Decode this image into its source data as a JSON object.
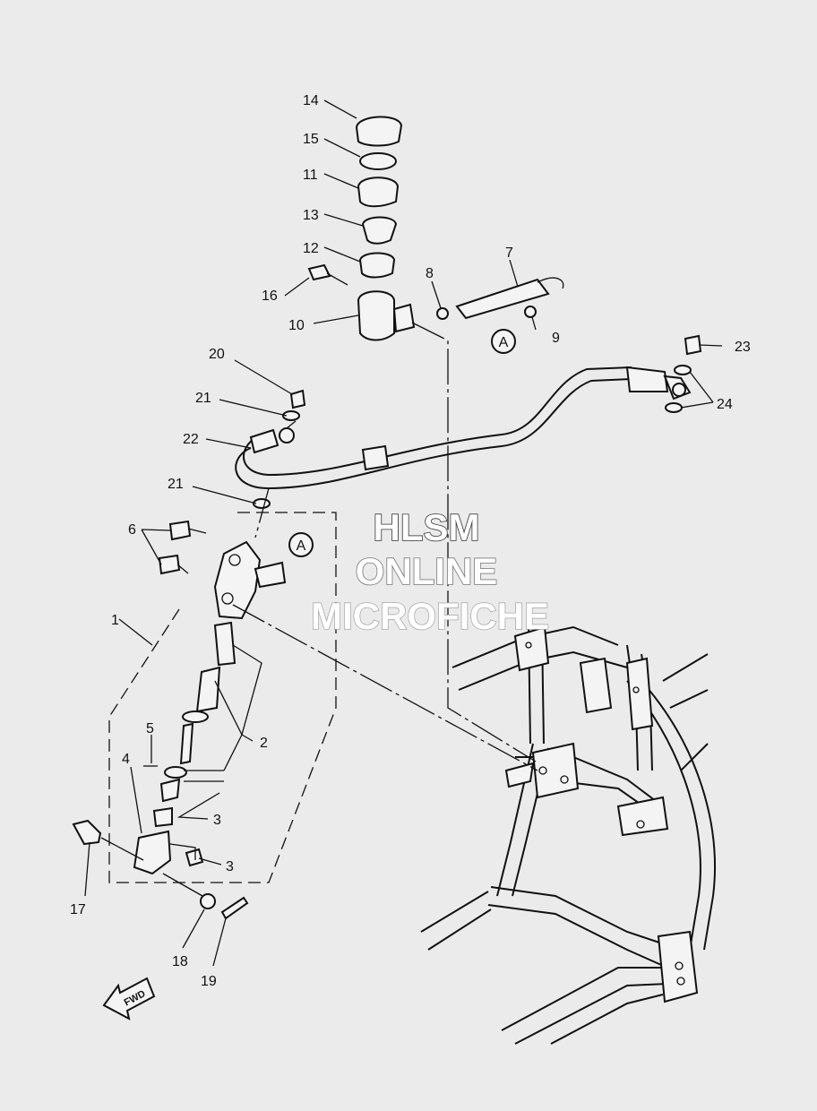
{
  "callouts": [
    "1",
    "2",
    "3",
    "3",
    "4",
    "5",
    "6",
    "7",
    "8",
    "9",
    "10",
    "11",
    "12",
    "13",
    "14",
    "15",
    "16",
    "17",
    "18",
    "19",
    "20",
    "21",
    "21",
    "22",
    "23",
    "24"
  ],
  "connector_a": "A",
  "fwd_label": "FWD",
  "watermark": {
    "line1": "HLSM",
    "line2": "ONLINE",
    "line3": "MICROFICHE"
  }
}
